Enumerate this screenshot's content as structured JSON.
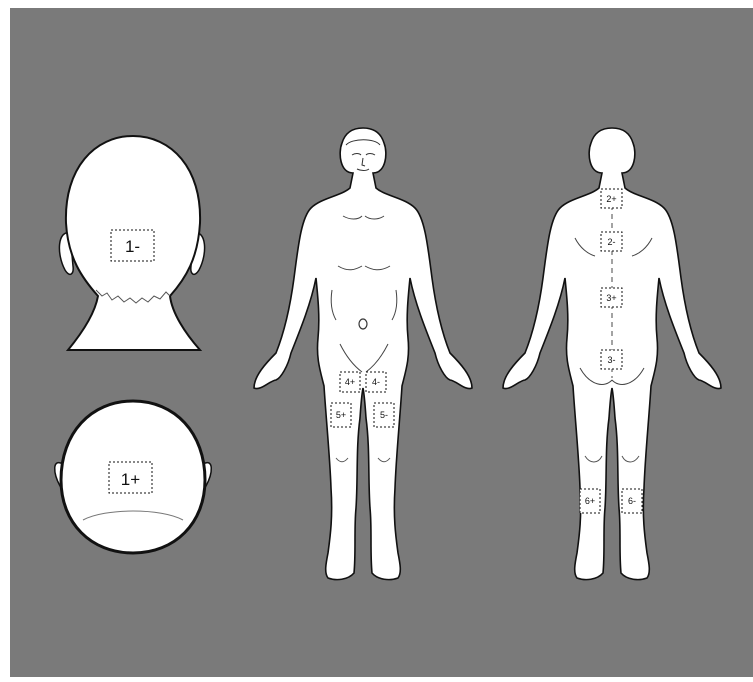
{
  "background_color": "#7a7a7a",
  "figure_fill": "#ffffff",
  "figure_stroke": "#111111",
  "electrodes": {
    "head_back": "1-",
    "head_top": "1+",
    "neck_back": "2+",
    "upper_back": "2-",
    "mid_back": "3+",
    "lower_back": "3-",
    "inner_thigh_right": "4+",
    "inner_thigh_left": "4-",
    "front_thigh_right": "5+",
    "front_thigh_left": "5-",
    "calf_right": "6+",
    "calf_left": "6-"
  }
}
